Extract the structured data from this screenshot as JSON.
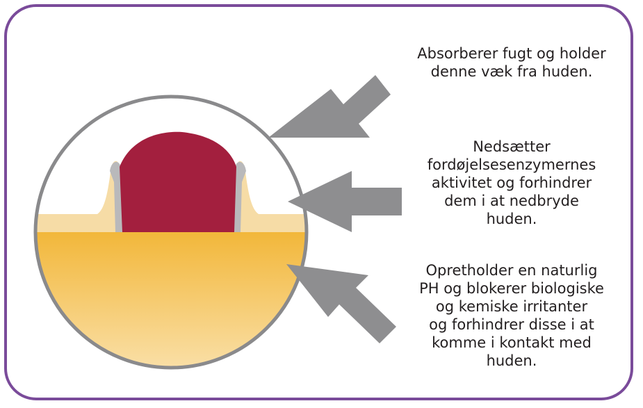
{
  "colors": {
    "frame_border": "#7a4b9a",
    "circle_border": "#8a8a8c",
    "wound": "#a31f3e",
    "skin_top": "#f5d9a3",
    "skin_deep": "#f0b83a",
    "barrier": "#b9b9bb",
    "arrow": "#8e8e90",
    "text": "#231f20"
  },
  "labels": [
    {
      "id": "moisture",
      "text": "Absorberer fugt og holder\ndenne væk fra huden."
    },
    {
      "id": "enzymes",
      "text": "Nedsætter\nfordøjelsesenzymernes\naktivitet og forhindrer\ndem i at nedbryde\nhuden."
    },
    {
      "id": "ph",
      "text": "Opretholder en naturlig\nPH og blokerer biologiske\nog kemiske irritanter\nog forhindrer disse i at\nkomme i kontakt med\nhuden."
    }
  ],
  "icons": {
    "arrows": [
      "arrow-icon",
      "arrow-icon",
      "arrow-icon"
    ]
  }
}
